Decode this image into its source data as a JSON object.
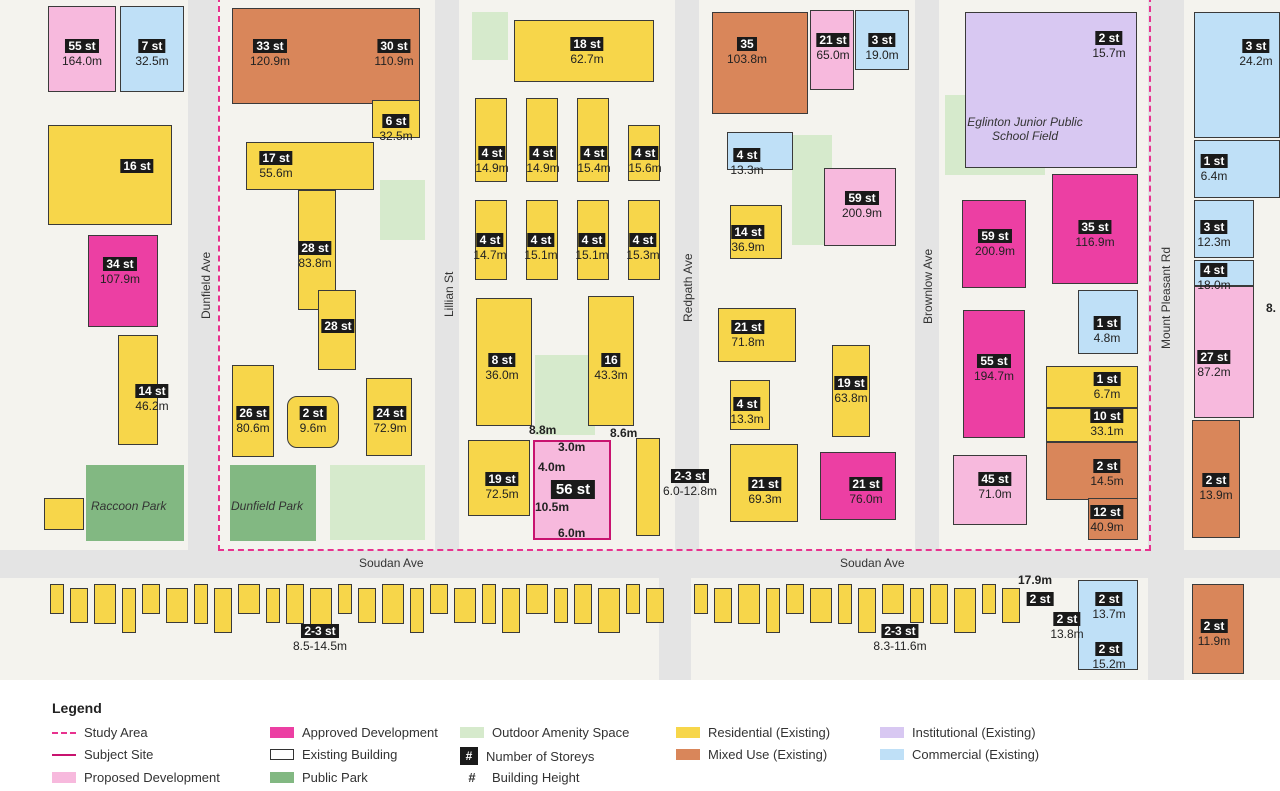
{
  "streets": {
    "dunfield": "Dunfield Ave",
    "lillian": "Lillian St",
    "redpath": "Redpath Ave",
    "brownlow": "Brownlow Ave",
    "mount_pleasant": "Mount Pleasant Rd",
    "soudan_left": "Soudan Ave",
    "soudan_right": "Soudan Ave"
  },
  "parks": {
    "raccoon": "Raccoon Park",
    "dunfield": "Dunfield Park",
    "school_field": "Eglinton Junior Public School Field"
  },
  "buildings": [
    {
      "storeys": "55 st",
      "height": "164.0m"
    },
    {
      "storeys": "7 st",
      "height": "32.5m"
    },
    {
      "storeys": "33 st",
      "height": "120.9m"
    },
    {
      "storeys": "30 st",
      "height": "110.9m"
    },
    {
      "storeys": "6 st",
      "height": "32.5m"
    },
    {
      "storeys": "18 st",
      "height": "62.7m"
    },
    {
      "storeys": "35",
      "height": "103.8m"
    },
    {
      "storeys": "21 st",
      "height": "65.0m"
    },
    {
      "storeys": "3 st",
      "height": "19.0m"
    },
    {
      "storeys": "2 st",
      "height": "15.7m"
    },
    {
      "storeys": "3 st",
      "height": "24.2m"
    },
    {
      "storeys": "16 st",
      "height": ""
    },
    {
      "storeys": "17 st",
      "height": "55.6m"
    },
    {
      "storeys": "4 st",
      "height": "14.9m"
    },
    {
      "storeys": "4 st",
      "height": "14.9m"
    },
    {
      "storeys": "4 st",
      "height": "15.4m"
    },
    {
      "storeys": "4 st",
      "height": "15.6m"
    },
    {
      "storeys": "4 st",
      "height": "13.3m"
    },
    {
      "storeys": "59 st",
      "height": "200.9m"
    },
    {
      "storeys": "1 st",
      "height": "6.4m"
    },
    {
      "storeys": "34 st",
      "height": "107.9m"
    },
    {
      "storeys": "28 st",
      "height": "83.8m"
    },
    {
      "storeys": "4 st",
      "height": "14.7m"
    },
    {
      "storeys": "4 st",
      "height": "15.1m"
    },
    {
      "storeys": "4 st",
      "height": "15.1m"
    },
    {
      "storeys": "4 st",
      "height": "15.3m"
    },
    {
      "storeys": "14 st",
      "height": "36.9m"
    },
    {
      "storeys": "59 st",
      "height": "200.9m"
    },
    {
      "storeys": "35 st",
      "height": "116.9m"
    },
    {
      "storeys": "3 st",
      "height": "12.3m"
    },
    {
      "storeys": "4 st",
      "height": "18.0m"
    },
    {
      "storeys": "28 st",
      "height": ""
    },
    {
      "storeys": "21 st",
      "height": "71.8m"
    },
    {
      "storeys": "1 st",
      "height": "4.8m"
    },
    {
      "storeys": "14 st",
      "height": "46.2m"
    },
    {
      "storeys": "8 st",
      "height": "36.0m"
    },
    {
      "storeys": "16",
      "height": "43.3m"
    },
    {
      "storeys": "19 st",
      "height": "63.8m"
    },
    {
      "storeys": "55 st",
      "height": "194.7m"
    },
    {
      "storeys": "1 st",
      "height": "6.7m"
    },
    {
      "storeys": "27 st",
      "height": "87.2m"
    },
    {
      "storeys": "26 st",
      "height": "80.6m"
    },
    {
      "storeys": "2 st",
      "height": "9.6m"
    },
    {
      "storeys": "24 st",
      "height": "72.9m"
    },
    {
      "storeys": "4 st",
      "height": "13.3m"
    },
    {
      "storeys": "10 st",
      "height": "33.1m"
    },
    {
      "storeys": "19 st",
      "height": "72.5m"
    },
    {
      "storeys": "56 st",
      "height": ""
    },
    {
      "storeys": "2-3 st",
      "height": "6.0-12.8m"
    },
    {
      "storeys": "21 st",
      "height": "69.3m"
    },
    {
      "storeys": "21 st",
      "height": "76.0m"
    },
    {
      "storeys": "45 st",
      "height": "71.0m"
    },
    {
      "storeys": "2 st",
      "height": "14.5m"
    },
    {
      "storeys": "12 st",
      "height": "40.9m"
    },
    {
      "storeys": "2 st",
      "height": "13.9m"
    },
    {
      "storeys": "2-3 st",
      "height": "8.5-14.5m"
    },
    {
      "storeys": "2-3 st",
      "height": "8.3-11.6m"
    },
    {
      "storeys": "2 st",
      "height": ""
    },
    {
      "storeys": "2 st",
      "height": "13.8m"
    },
    {
      "storeys": "2 st",
      "height": "13.7m"
    },
    {
      "storeys": "2 st",
      "height": "15.2m"
    },
    {
      "storeys": "2 st",
      "height": "11.9m"
    }
  ],
  "dimensions": {
    "d1": "8.8m",
    "d2": "3.0m",
    "d3": "4.0m",
    "d4": "10.5m",
    "d5": "6.0m",
    "d6": "8.6m",
    "d7": "17.9m",
    "partial": "8."
  },
  "legend": {
    "title": "Legend",
    "items": [
      {
        "label": "Study Area",
        "color": "#e8328f",
        "kind": "dashed"
      },
      {
        "label": "Subject Site",
        "color": "#c8136f",
        "kind": "line"
      },
      {
        "label": "Proposed Development",
        "color": "#f7b9dd",
        "kind": "fill"
      },
      {
        "label": "Approved Development",
        "color": "#ec3fa3",
        "kind": "fill"
      },
      {
        "label": "Existing Building",
        "color": "#ffffff",
        "kind": "outline"
      },
      {
        "label": "Public Park",
        "color": "#82b882",
        "kind": "fill"
      },
      {
        "label": "Outdoor Amenity Space",
        "color": "#d6eacc",
        "kind": "fill"
      },
      {
        "label": "Number of Storeys",
        "symbol": "#",
        "kind": "box"
      },
      {
        "label": "Building Height",
        "symbol": "#",
        "kind": "text"
      },
      {
        "label": "Residential (Existing)",
        "color": "#f7d64a",
        "kind": "fill"
      },
      {
        "label": "Mixed Use (Existing)",
        "color": "#d9865a",
        "kind": "fill"
      },
      {
        "label": "Institutional (Existing)",
        "color": "#d8c8f2",
        "kind": "fill"
      },
      {
        "label": "Commercial (Existing)",
        "color": "#bfe0f7",
        "kind": "fill"
      }
    ]
  }
}
